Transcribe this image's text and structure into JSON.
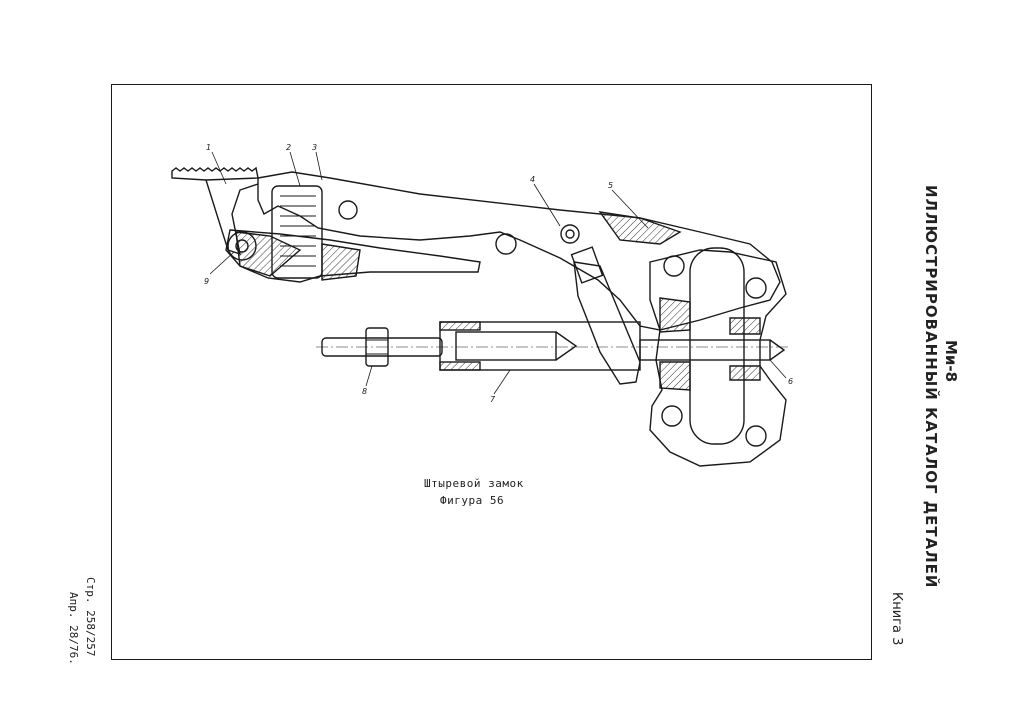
{
  "document": {
    "title_line1": "Ми-8",
    "title_line2": "ИЛЛЮСТРИРОВАННЫЙ  КАТАЛОГ  ДЕТАЛЕЙ",
    "book": "Книга 3",
    "page_ref": "Стр. 258/257",
    "page_date": "Апр. 28/76."
  },
  "figure": {
    "caption_line1": "Штыревой замок",
    "caption_line2": "Фигура 56",
    "callouts": [
      "1",
      "2",
      "3",
      "4",
      "5",
      "6",
      "7",
      "8",
      "9"
    ]
  }
}
